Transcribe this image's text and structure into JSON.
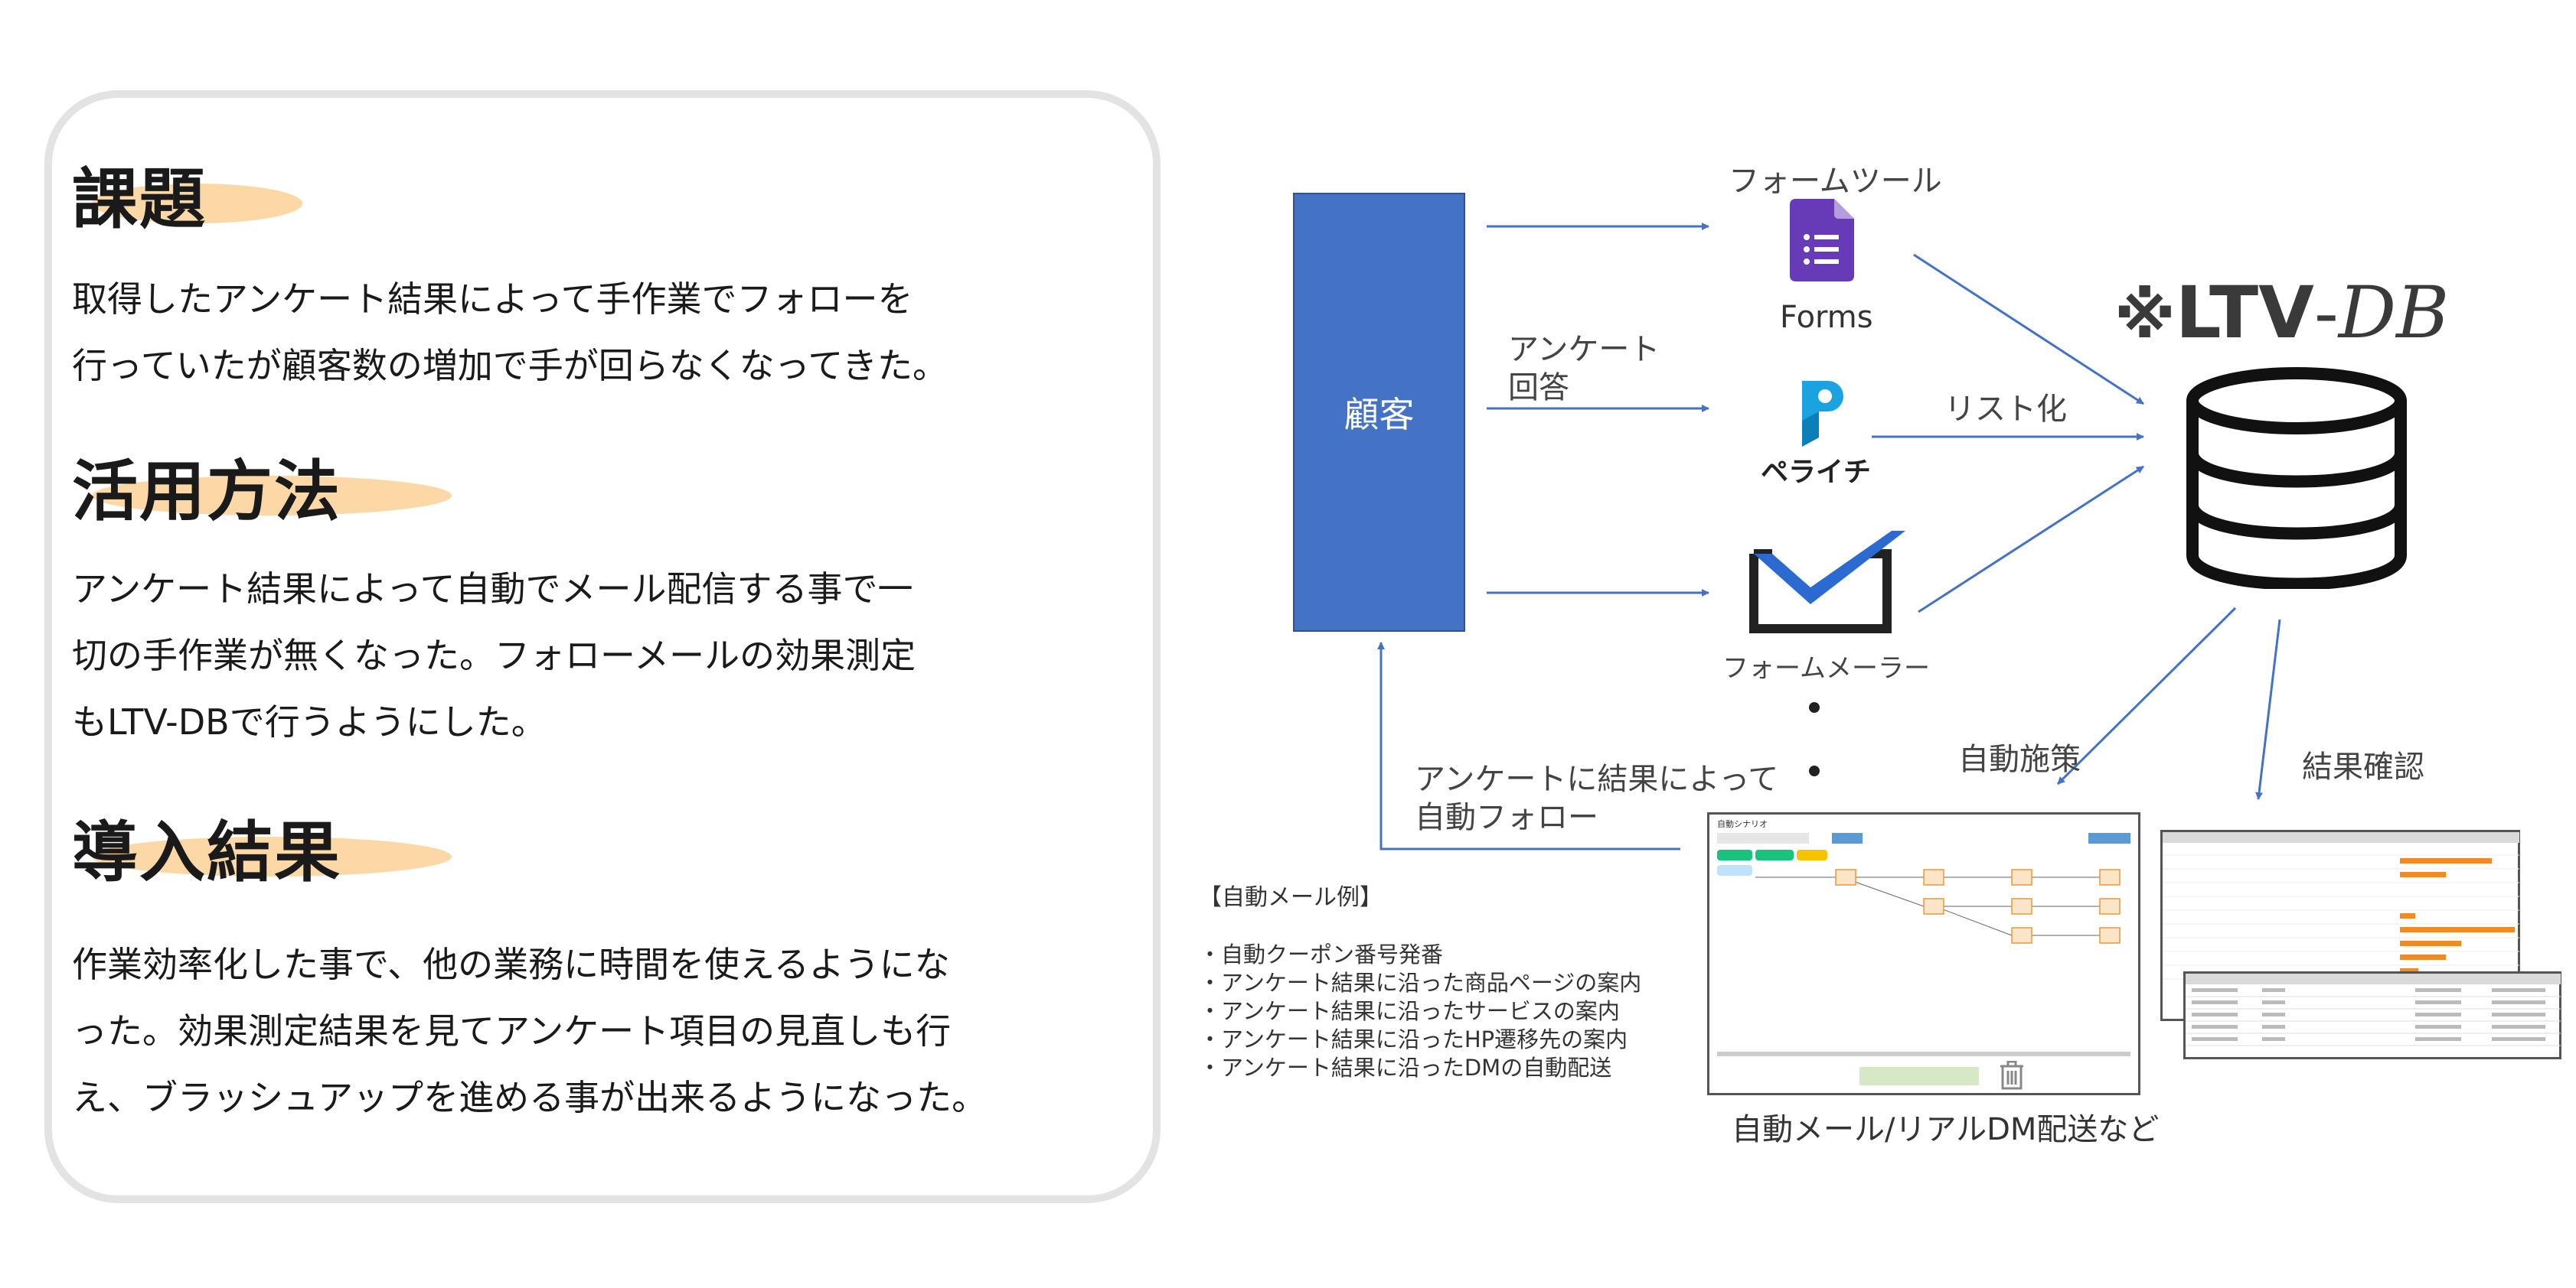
{
  "sections": [
    {
      "heading": "課題",
      "lines": [
        "取得したアンケート結果によって手作業でフォローを",
        "行っていたが顧客数の増加で手が回らなくなってきた。"
      ]
    },
    {
      "heading": "活用方法",
      "lines": [
        "アンケート結果によって自動でメール配信する事で一",
        "切の手作業が無くなった。フォローメールの効果測定",
        "もLTV-DBで行うようにした。"
      ]
    },
    {
      "heading": "導入結果",
      "lines": [
        "作業効率化した事で、他の業務に時間を使えるようにな",
        "った。効果測定結果を見てアンケート項目の見直しも行",
        "え、ブラッシュアップを進める事が出来るようになった。"
      ]
    }
  ],
  "diagram": {
    "customer": "顧客",
    "survey_answer": [
      "アンケート",
      "回答"
    ],
    "form_tool": "フォームツール",
    "forms_label": "Forms",
    "peraichi_label": "ペライチ",
    "formmailer_label": "フォームメーラー",
    "listify": "リスト化",
    "ltvdb_brand": {
      "mark": "※",
      "ltv": "LTV",
      "dash": "-",
      "db": "DB"
    },
    "auto_measure": "自動施策",
    "result_check": "結果確認",
    "auto_follow": [
      "アンケートに結果によって",
      "自動フォロー"
    ],
    "mail_examples_title": "【自動メール例】",
    "mail_examples": [
      "・自動クーポン番号発番",
      "・アンケート結果に沿った商品ページの案内",
      "・アンケート結果に沿ったサービスの案内",
      "・アンケート結果に沿ったHP遷移先の案内",
      "・アンケート結果に沿ったDMの自動配送"
    ],
    "auto_mail_caption": "自動メール/リアルDM配送など",
    "scenario_title": "自動シナリオ"
  },
  "colors": {
    "customer_box": "#4472c4",
    "arrow": "#4472c4",
    "highlight": "#fbd8a6",
    "forms_purple": "#673ab7",
    "peraichi_blue": "#1aa3e0",
    "mailer_blue": "#2a6ad1",
    "bar_orange": "#f08a24"
  },
  "icons": [
    "google-forms-icon",
    "peraichi-icon",
    "form-mailer-icon",
    "database-icon",
    "trash-icon"
  ]
}
